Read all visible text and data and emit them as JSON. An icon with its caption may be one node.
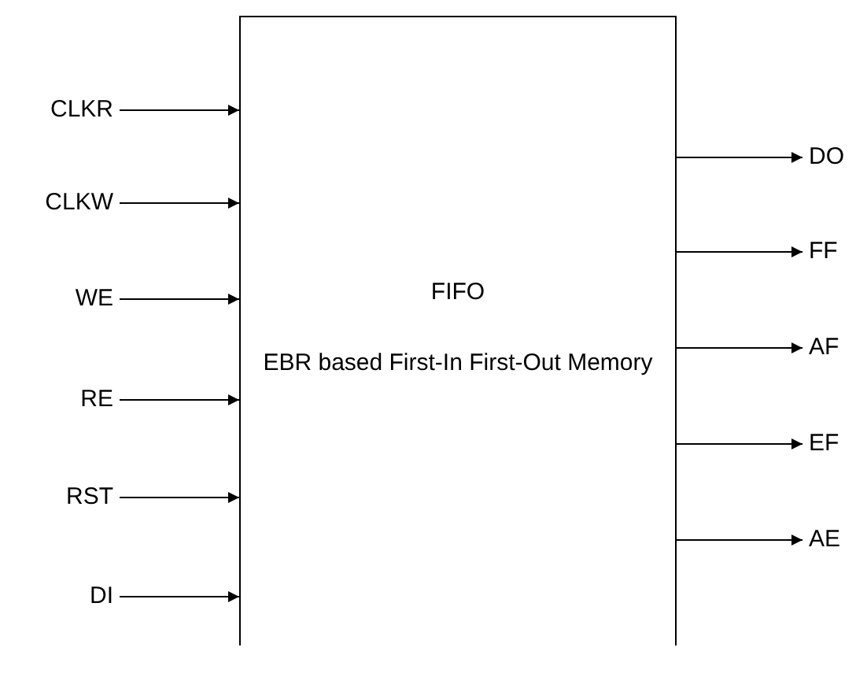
{
  "diagram": {
    "nodes": [
      {
        "text": [
          "FIFO",
          "EBR based First-In First-Out Memory"
        ]
      },
      {
        "text": [
          "CLKR"
        ]
      },
      {
        "text": [
          "CLKW"
        ]
      },
      {
        "text": [
          "WE"
        ]
      },
      {
        "text": [
          "RE"
        ]
      },
      {
        "text": [
          "RST"
        ]
      },
      {
        "text": [
          "DI"
        ]
      },
      {
        "text": [
          "DO"
        ]
      },
      {
        "text": [
          "FF"
        ]
      },
      {
        "text": [
          "AF"
        ]
      },
      {
        "text": [
          "EF"
        ]
      },
      {
        "text": [
          "AE"
        ]
      }
    ],
    "edges": [
      {
        "from": 1,
        "to": 0,
        "arrow": "to"
      },
      {
        "from": 2,
        "to": 0,
        "arrow": "to"
      },
      {
        "from": 3,
        "to": 0,
        "arrow": "to"
      },
      {
        "from": 4,
        "to": 0,
        "arrow": "to"
      },
      {
        "from": 5,
        "to": 0,
        "arrow": "to"
      },
      {
        "from": 6,
        "to": 0,
        "arrow": "to"
      },
      {
        "from": 0,
        "to": 7,
        "arrow": "to"
      },
      {
        "from": 0,
        "to": 8,
        "arrow": "to"
      },
      {
        "from": 0,
        "to": 9,
        "arrow": "to"
      },
      {
        "from": 0,
        "to": 10,
        "arrow": "to"
      },
      {
        "from": 0,
        "to": 11,
        "arrow": "to"
      }
    ]
  }
}
